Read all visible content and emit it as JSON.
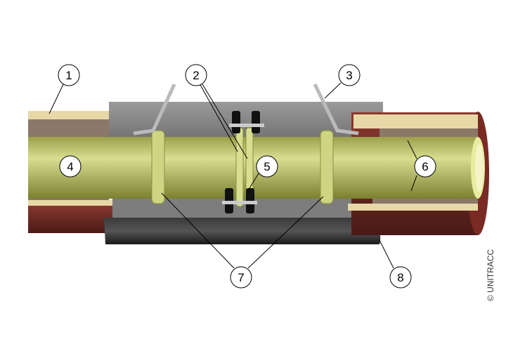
{
  "diagram": {
    "callouts": [
      "1",
      "2",
      "3",
      "4",
      "5",
      "6",
      "7",
      "8"
    ],
    "copyright": "© UNITRACC"
  },
  "colors": {
    "pipe": "#c8cf78",
    "sleeve": "#8a8a8a",
    "jacket": "#6a2a22",
    "facing": "#e8d8a8",
    "insulation": "#8a7868"
  }
}
